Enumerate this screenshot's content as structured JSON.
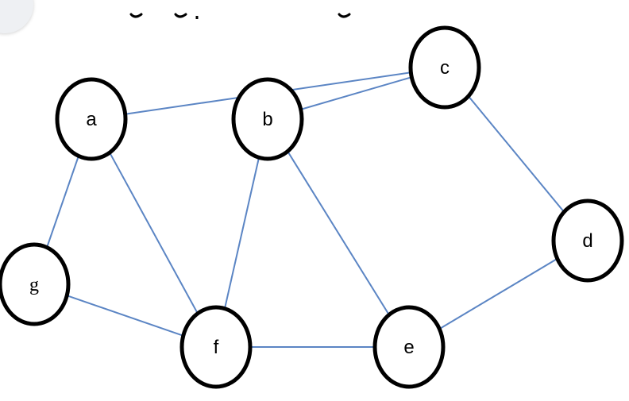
{
  "diagram": {
    "type": "directed-graph",
    "edge_color": "#5b85c4",
    "node_stroke_color": "#000000",
    "nodes": [
      {
        "id": "a",
        "label": "a"
      },
      {
        "id": "b",
        "label": "b"
      },
      {
        "id": "c",
        "label": "c"
      },
      {
        "id": "d",
        "label": "d"
      },
      {
        "id": "e",
        "label": "e"
      },
      {
        "id": "f",
        "label": "f"
      },
      {
        "id": "g",
        "label": "g"
      }
    ],
    "edges": [
      {
        "from": "c",
        "to": "a"
      },
      {
        "from": "c",
        "to": "b"
      },
      {
        "from": "d",
        "to": "c"
      },
      {
        "from": "d",
        "to": "e"
      },
      {
        "from": "e",
        "to": "b"
      },
      {
        "from": "e",
        "to": "f"
      },
      {
        "from": "b",
        "to": "f"
      },
      {
        "from": "f",
        "to": "a"
      },
      {
        "from": "f",
        "to": "g"
      },
      {
        "from": "g",
        "to": "a"
      }
    ]
  }
}
